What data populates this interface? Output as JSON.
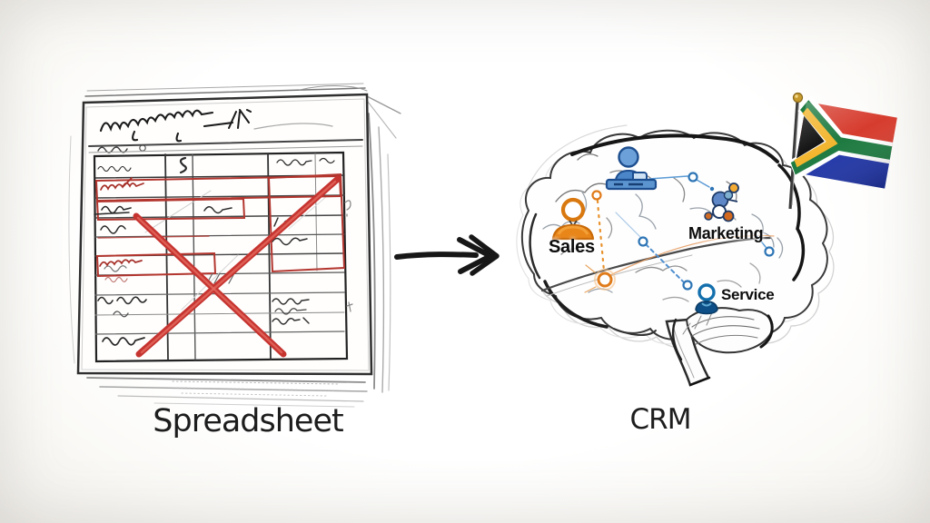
{
  "illustration": {
    "left_panel": {
      "caption": "Spreadsheet",
      "graphic": "crossed-out-spreadsheet-sketch",
      "cross_color": "#c63430",
      "highlight_red": "#b3362f",
      "ink": "#222222"
    },
    "arrow": {
      "direction": "right",
      "color": "#171717"
    },
    "right_panel": {
      "caption": "CRM",
      "graphic": "brain-sketch",
      "functions": [
        {
          "id": "sales",
          "label": "Sales",
          "icon": "sales-person-icon",
          "color": "#e2820f"
        },
        {
          "id": "marketing",
          "label": "Marketing",
          "icon": "marketing-network-icon",
          "color": "#5d87c6"
        },
        {
          "id": "service",
          "label": "Service",
          "icon": "service-agent-icon",
          "color": "#0d4f86"
        }
      ],
      "contact_icon": {
        "id": "contacts",
        "icon": "contact-desk-icon",
        "color": "#6ca0d8"
      },
      "connector_orange": "#e07b1a",
      "connector_blue": "#4f8fd0"
    },
    "flag": {
      "name": "south-africa-flag",
      "colors": {
        "red": "#d63c2e",
        "green": "#1d7a40",
        "blue": "#2035a8",
        "gold": "#f2b52e",
        "black": "#0c0c0c",
        "white": "#ffffff",
        "pole": "#3a3a3a",
        "finial": "#c79a2e"
      }
    }
  }
}
